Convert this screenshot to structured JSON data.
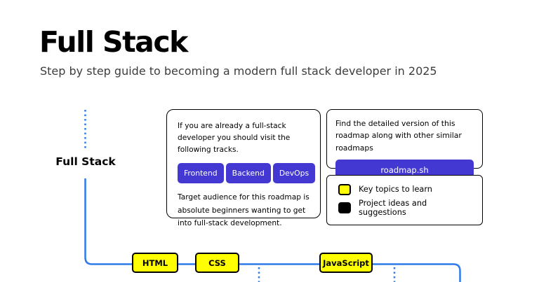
{
  "page": {
    "title": "Full Stack",
    "subtitle": "Step by step guide to becoming a modern full stack developer in 2025"
  },
  "root_node": {
    "label": "Full Stack"
  },
  "tracks_box": {
    "intro": "If you are already a full-stack developer you should visit the following tracks.",
    "buttons": [
      {
        "label": "Frontend"
      },
      {
        "label": "Backend"
      },
      {
        "label": "DevOps"
      }
    ],
    "outro": "Target audience for this roadmap is absolute beginners wanting to get into full-stack development."
  },
  "detail_box": {
    "text": "Find the detailed version of this roadmap along with other similar roadmaps",
    "button_label": "roadmap.sh"
  },
  "legend_box": {
    "items": [
      {
        "swatch_color": "#FFFF00",
        "label": "Key topics to learn"
      },
      {
        "swatch_color": "#000000",
        "label": "Project ideas and suggestions"
      }
    ]
  },
  "nodes": [
    {
      "label": "HTML"
    },
    {
      "label": "CSS"
    },
    {
      "label": "JavaScript"
    }
  ],
  "colors": {
    "accent_purple": "#4338D2",
    "line_blue": "#2F7CE8",
    "topic_yellow": "#FFFF00",
    "project_black": "#000000"
  }
}
